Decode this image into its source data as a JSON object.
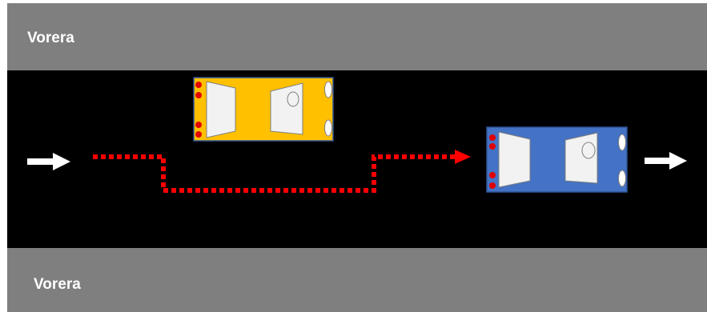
{
  "sidewalks": {
    "top_label": "Vorera",
    "bottom_label": "Vorera"
  },
  "colors": {
    "sidewalk": "#7f7f7f",
    "road": "#000000",
    "parked_car": "#ffc000",
    "moving_car": "#4472c4",
    "path": "#ff0000",
    "arrow": "#ffffff"
  },
  "icons": [
    "direction-arrow-icon",
    "car-icon",
    "dotted-path"
  ]
}
